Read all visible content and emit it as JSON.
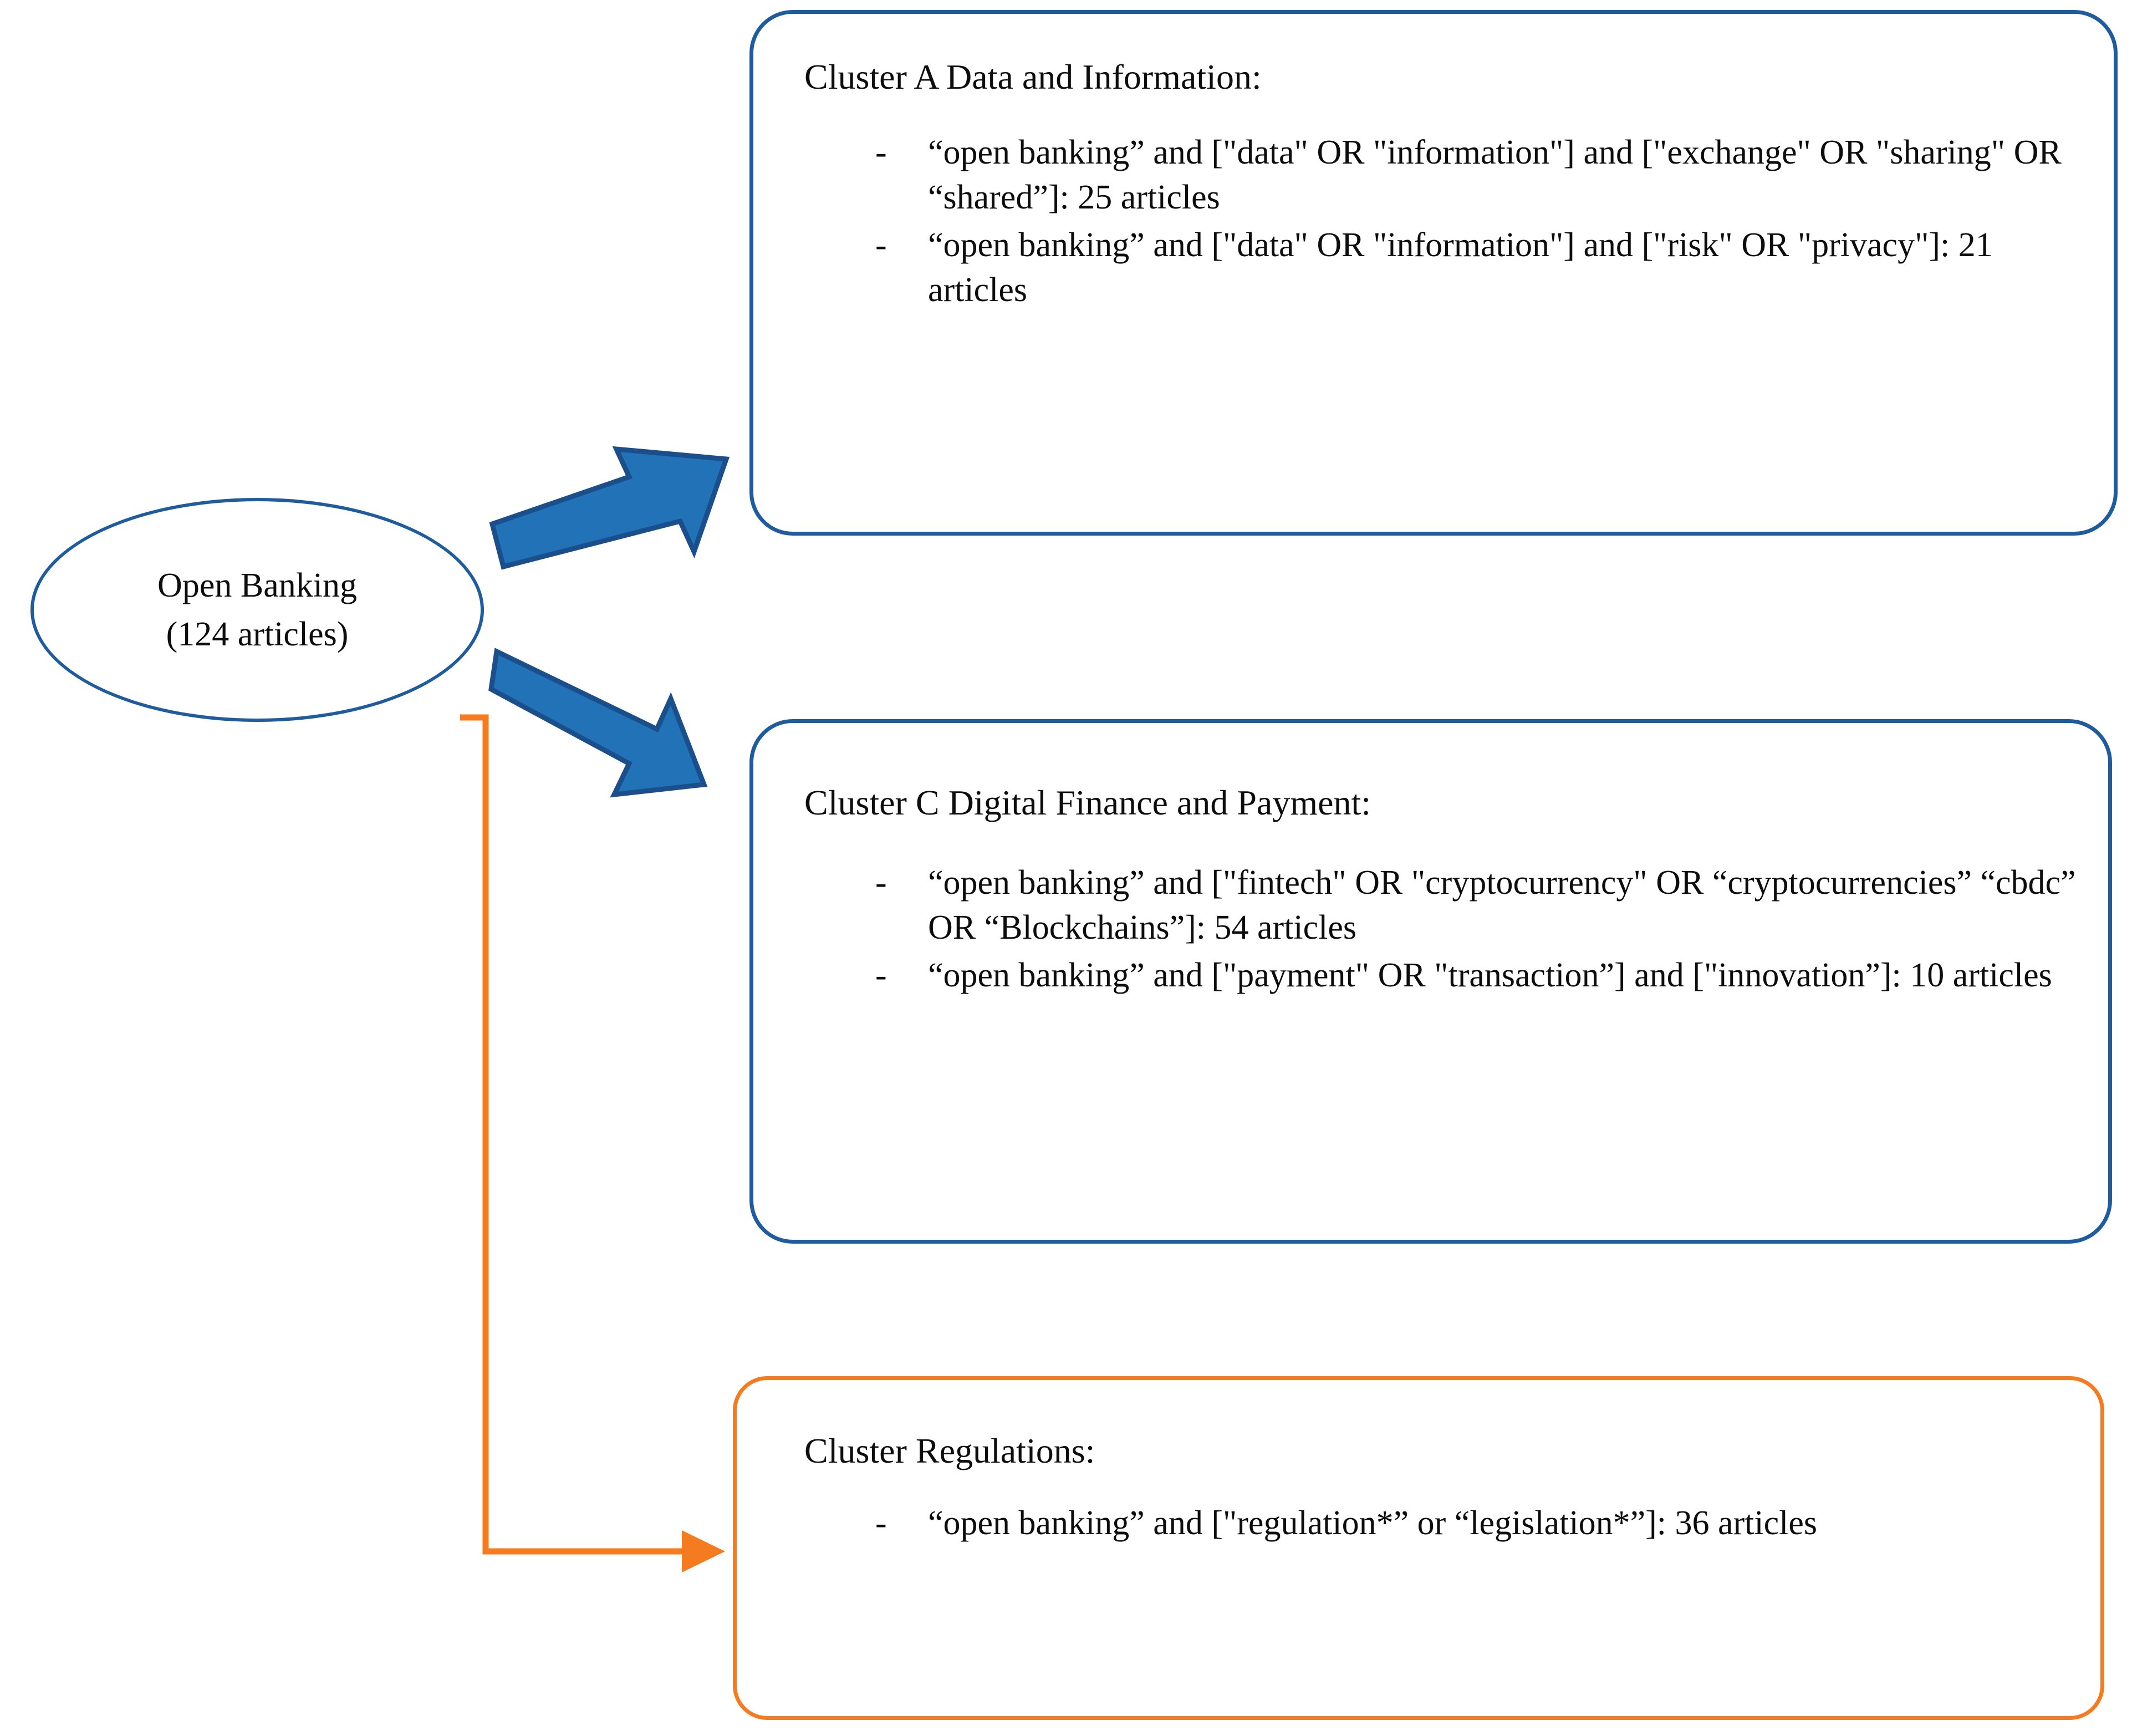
{
  "colors": {
    "blue_outline": "#1F5C9E",
    "blue_arrow_fill": "#2272B8",
    "blue_arrow_stroke": "#1B4F8C",
    "orange": "#F47B20",
    "text": "#0d0d0d",
    "background": "#ffffff"
  },
  "source": {
    "name": "Open Banking",
    "count_label": "(124 articles)"
  },
  "clusters": [
    {
      "id": "cluster-a",
      "title": "Cluster A Data and Information:",
      "accent": "#1F5C9E",
      "bullet_marker": "-",
      "items": [
        "“open banking” and [\"data\" OR \"information\"] and [\"exchange\" OR \"sharing\" OR “shared”]: 25 articles",
        "“open banking” and [\"data\" OR \"information\"] and [\"risk\" OR \"privacy\"]: 21 articles"
      ],
      "article_counts": [
        25,
        21
      ]
    },
    {
      "id": "cluster-c",
      "title": "Cluster C Digital Finance and Payment:",
      "accent": "#1F5C9E",
      "bullet_marker": "-",
      "items": [
        "“open banking” and [\"fintech\" OR \"cryptocurrency\" OR “cryptocurrencies” “cbdc” OR “Blockchains”]: 54 articles",
        "“open banking” and [\"payment\" OR \"transaction”] and [\"innovation”]: 10 articles"
      ],
      "article_counts": [
        54,
        10
      ]
    },
    {
      "id": "cluster-regulations",
      "title": "Cluster Regulations:",
      "accent": "#F47B20",
      "bullet_marker": "-",
      "items": [
        "“open banking” and [\"regulation*” or “legislation*”]: 36 articles"
      ],
      "article_counts": [
        36
      ]
    }
  ],
  "connectors": [
    {
      "id": "arrow-to-cluster-a",
      "style": "block-arrow",
      "color": "#2272B8",
      "direction": "up-right"
    },
    {
      "id": "arrow-to-cluster-c",
      "style": "block-arrow",
      "color": "#2272B8",
      "direction": "down-right"
    },
    {
      "id": "elbow-to-cluster-regulations",
      "style": "elbow-line",
      "color": "#F47B20",
      "direction": "down-then-right"
    }
  ]
}
